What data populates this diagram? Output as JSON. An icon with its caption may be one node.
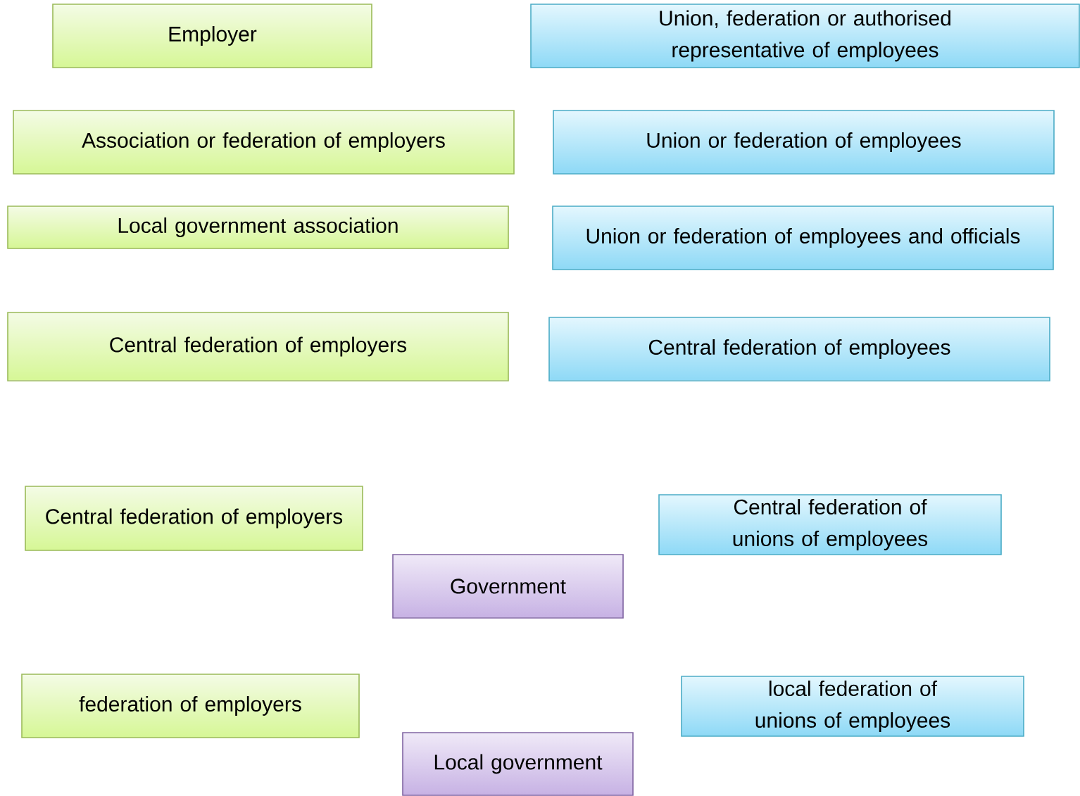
{
  "diagram": {
    "nodes": [
      {
        "text": [
          "Employer"
        ]
      },
      {
        "text": [
          "Union, federation or authorised representative of employees"
        ]
      },
      {
        "text": [
          "Association or federation of employers"
        ]
      },
      {
        "text": [
          "Union or federation of employees"
        ]
      },
      {
        "text": [
          "Local government association"
        ]
      },
      {
        "text": [
          "Union or federation of employees and officials"
        ]
      },
      {
        "text": [
          "Central federation of employers"
        ]
      },
      {
        "text": [
          "Central federation of employees"
        ]
      },
      {
        "text": [
          "Central federation of employers"
        ]
      },
      {
        "text": [
          "Central federation of unions of employees"
        ]
      },
      {
        "text": [
          "Government"
        ]
      },
      {
        "text": [
          "federation of employers"
        ]
      },
      {
        "text": [
          "local federation of unions of employees"
        ]
      },
      {
        "text": [
          "Local government"
        ]
      }
    ]
  }
}
